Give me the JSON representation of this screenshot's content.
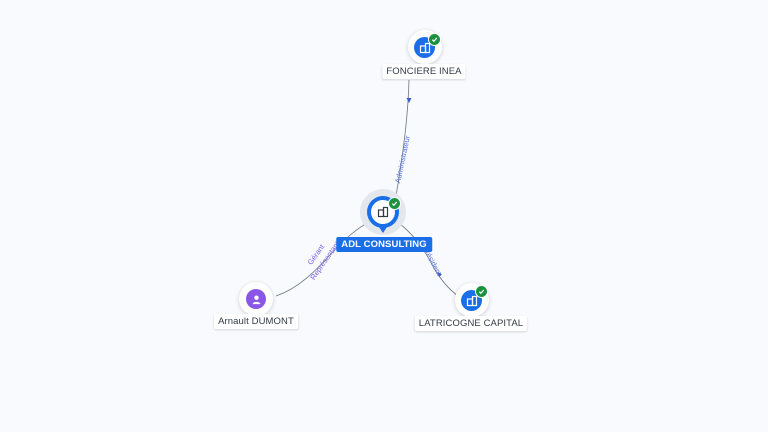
{
  "colors": {
    "background": "#f8fafd",
    "company_blue": "#1a6fe8",
    "primary_blue": "#1a6fe8",
    "person_purple": "#8a56e6",
    "verified_green": "#1e9140",
    "edge_line": "#55606e",
    "edge_text_blue": "#5170d6",
    "edge_text_purple": "#7659e0"
  },
  "nodes": [
    {
      "id": "fonciere",
      "label": "FONCIERE INEA",
      "icon": "building-icon",
      "type": "company",
      "verified": true
    },
    {
      "id": "adl",
      "label": "ADL CONSULTING",
      "icon": "building-icon",
      "type": "company",
      "verified": true,
      "focus": true
    },
    {
      "id": "arnault",
      "label": "Arnault DUMONT",
      "icon": "person-icon",
      "type": "person",
      "verified": false
    },
    {
      "id": "latricogne",
      "label": "LATRICOGNE CAPITAL",
      "icon": "building-icon",
      "type": "company",
      "verified": true
    }
  ],
  "edges": [
    {
      "from": "adl",
      "to": "fonciere",
      "label": "Administrateur"
    },
    {
      "from": "arnault",
      "to": "adl",
      "label": "Gérant",
      "label2": "Représentant"
    },
    {
      "from": "adl",
      "to": "latricogne",
      "label": "Président"
    }
  ]
}
